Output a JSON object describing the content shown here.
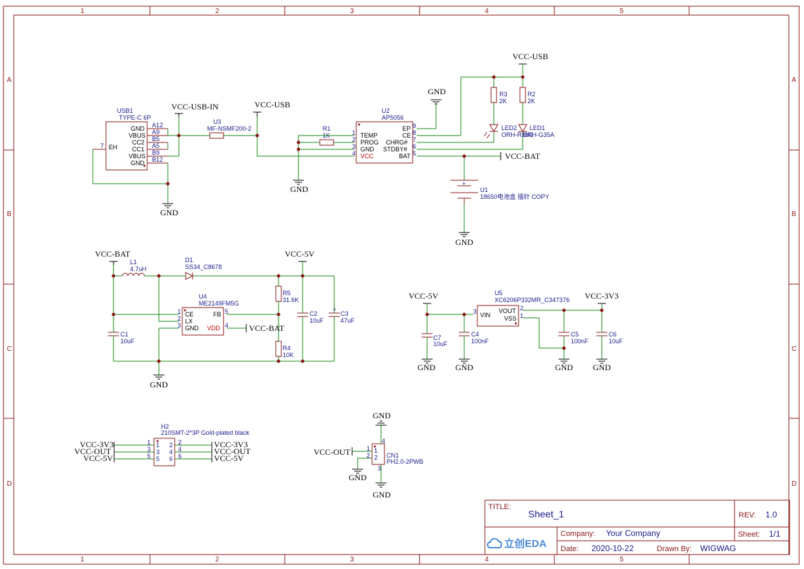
{
  "frame": {
    "columns": [
      "1",
      "2",
      "3",
      "4",
      "5"
    ],
    "rows": [
      "A",
      "B",
      "C",
      "D"
    ]
  },
  "nets": {
    "vcc_usb_in": "VCC-USB-IN",
    "vcc_usb": "VCC-USB",
    "vcc_bat": "VCC-BAT",
    "vcc_5v": "VCC-5V",
    "vcc_3v3": "VCC-3V3",
    "vcc_out": "VCC-OUT",
    "gnd": "GND"
  },
  "usb1": {
    "ref": "USB1",
    "value": "TYPE-C 6P",
    "pins": [
      {
        "name": "GND",
        "num": "A12"
      },
      {
        "name": "VBUS",
        "num": "A9"
      },
      {
        "name": "CC2",
        "num": "B5"
      },
      {
        "name": "CC1",
        "num": "A5"
      },
      {
        "name": "VBUS",
        "num": "B9"
      },
      {
        "name": "GND",
        "num": "B12"
      }
    ],
    "eh_name": "EH",
    "eh_num": "7"
  },
  "u3": {
    "ref": "U3",
    "value": "MF-NSMF200-2"
  },
  "r1": {
    "ref": "R1",
    "value": "1K"
  },
  "u2": {
    "ref": "U2",
    "value": "AP5056",
    "left_pins": [
      {
        "name": "TEMP",
        "num": "1"
      },
      {
        "name": "PROG",
        "num": "2"
      },
      {
        "name": "GND",
        "num": "3"
      },
      {
        "name": "VCC",
        "num": "4"
      }
    ],
    "right_pins": [
      {
        "name": "EP",
        "num": "9"
      },
      {
        "name": "CE",
        "num": "8"
      },
      {
        "name": "CHRG#",
        "num": "7"
      },
      {
        "name": "STDBY#",
        "num": "6"
      },
      {
        "name": "BAT",
        "num": "5"
      }
    ]
  },
  "r3": {
    "ref": "R3",
    "value": "2K"
  },
  "r2": {
    "ref": "R2",
    "value": "2K"
  },
  "led2": {
    "ref": "LED2",
    "value": "ORH-R36G"
  },
  "led1": {
    "ref": "LED1",
    "value": "ORH-G35A"
  },
  "u1": {
    "ref": "U1",
    "value": "18650电池盒 插针 COPY",
    "plus": "+"
  },
  "l1": {
    "ref": "L1",
    "value": "4.7uH"
  },
  "d1": {
    "ref": "D1",
    "value": "SS34_C8678"
  },
  "u4": {
    "ref": "U4",
    "value": "ME2149FM5G",
    "pins": [
      {
        "name": "CE",
        "num": "1"
      },
      {
        "name": "LX",
        "num": "2"
      },
      {
        "name": "GND",
        "num": "3"
      },
      {
        "name": "FB",
        "num": "5"
      },
      {
        "name": "VDD",
        "num": "4"
      }
    ]
  },
  "r5": {
    "ref": "R5",
    "value": "31.6K"
  },
  "r4": {
    "ref": "R4",
    "value": "10K"
  },
  "c1": {
    "ref": "C1",
    "value": "10uF"
  },
  "c2": {
    "ref": "C2",
    "value": "10uF"
  },
  "c3": {
    "ref": "C3",
    "value": "47uF",
    "plus": "+"
  },
  "u5": {
    "ref": "U5",
    "value": "XC6206P332MR_C347376",
    "pins": [
      {
        "name": "VIN",
        "num": "3"
      },
      {
        "name": "VOUT",
        "num": "2"
      },
      {
        "name": "VSS",
        "num": "1"
      }
    ]
  },
  "c7": {
    "ref": "C7",
    "value": "10uF"
  },
  "c4": {
    "ref": "C4",
    "value": "100nF"
  },
  "c5": {
    "ref": "C5",
    "value": "100nF"
  },
  "c6": {
    "ref": "C6",
    "value": "10uF"
  },
  "h2": {
    "ref": "H2",
    "value": "210SMT-2*3P Gold-plated black",
    "left_nums": [
      "1",
      "3",
      "5"
    ],
    "right_nums": [
      "2",
      "4",
      "6"
    ]
  },
  "cn1": {
    "ref": "CN1",
    "value": "PH2.0-2PWB",
    "pins": [
      "1",
      "2",
      "3",
      "4"
    ]
  },
  "title_block": {
    "title_label": "TITLE:",
    "title": "Sheet_1",
    "rev_label": "REV:",
    "rev": "1.0",
    "company_label": "Company:",
    "company": "Your Company",
    "sheet_label": "Sheet:",
    "sheet": "1/1",
    "date_label": "Date:",
    "date": "2020-10-22",
    "drawn_label": "Drawn By:",
    "drawn": "WIGWAG",
    "logo_text": "立创EDA"
  },
  "colors": {
    "frame": "#8b1a1a",
    "wire": "#1a8a1a",
    "ref_text": "#1a1a8b",
    "red_pin": "#c00000",
    "logo": "#4a8ad8"
  }
}
